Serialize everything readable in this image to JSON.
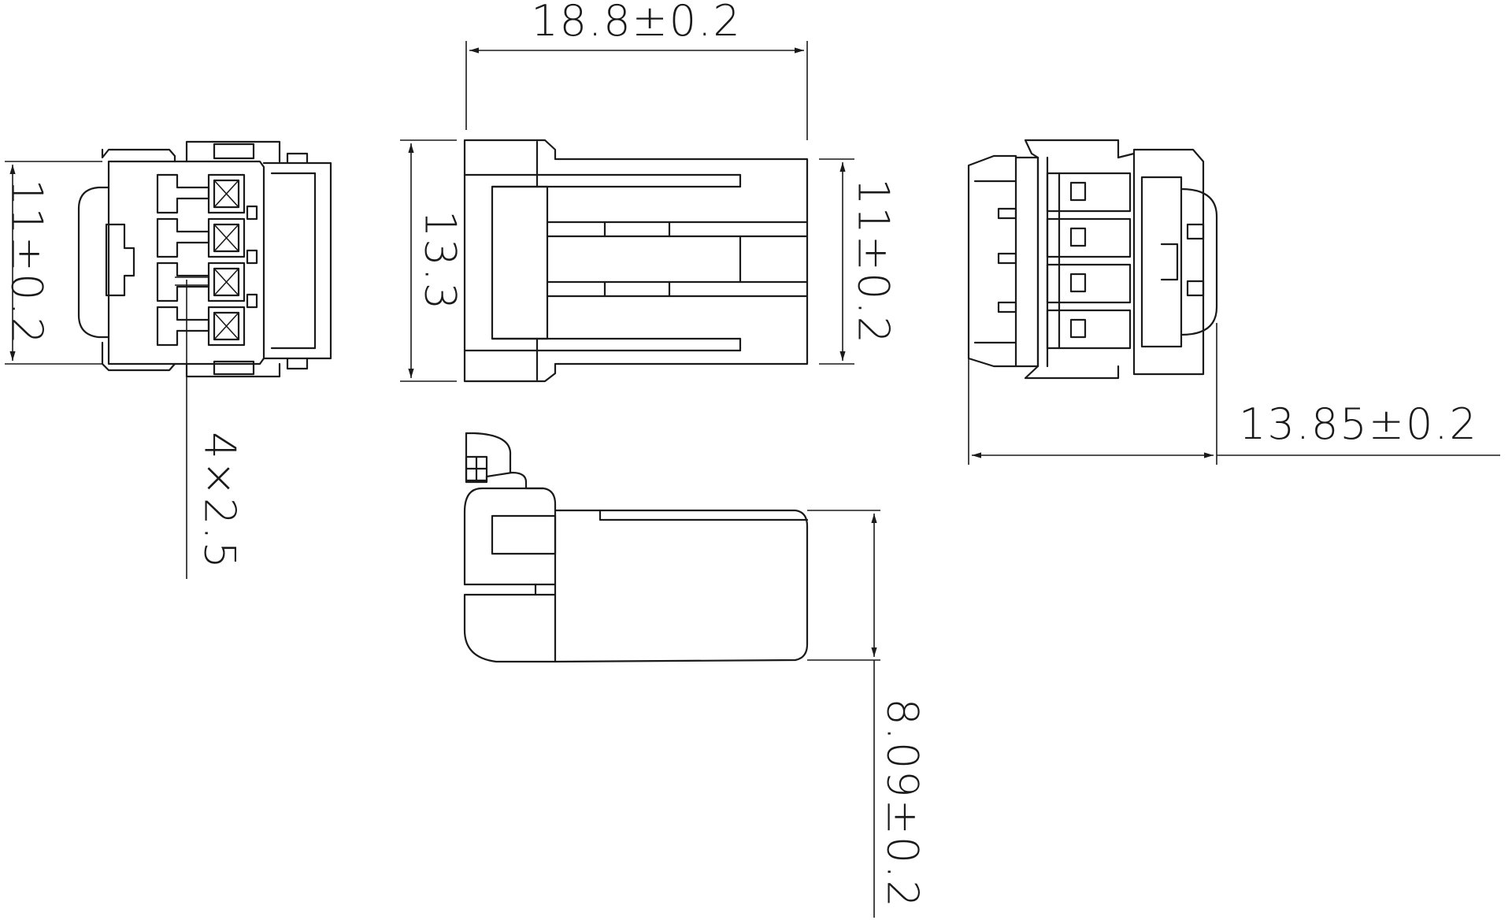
{
  "dimensions": {
    "width_top": "18.8±0.2",
    "height_left": "11±0.2",
    "height_middle": "13.3",
    "height_right": "11±0.2",
    "pitch": "4×2.5",
    "width_right": "13.85±0.2",
    "height_bottom": "8.09±0.2"
  }
}
